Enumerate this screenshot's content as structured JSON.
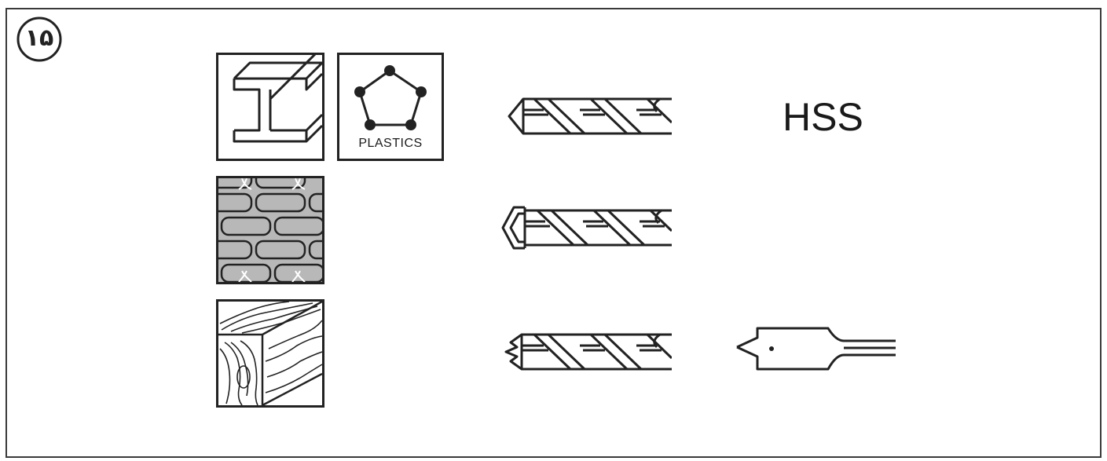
{
  "step": {
    "number": "۱۵"
  },
  "materials": {
    "plastics_label": "PLASTICS"
  },
  "drill_labels": {
    "metal": "HSS"
  }
}
